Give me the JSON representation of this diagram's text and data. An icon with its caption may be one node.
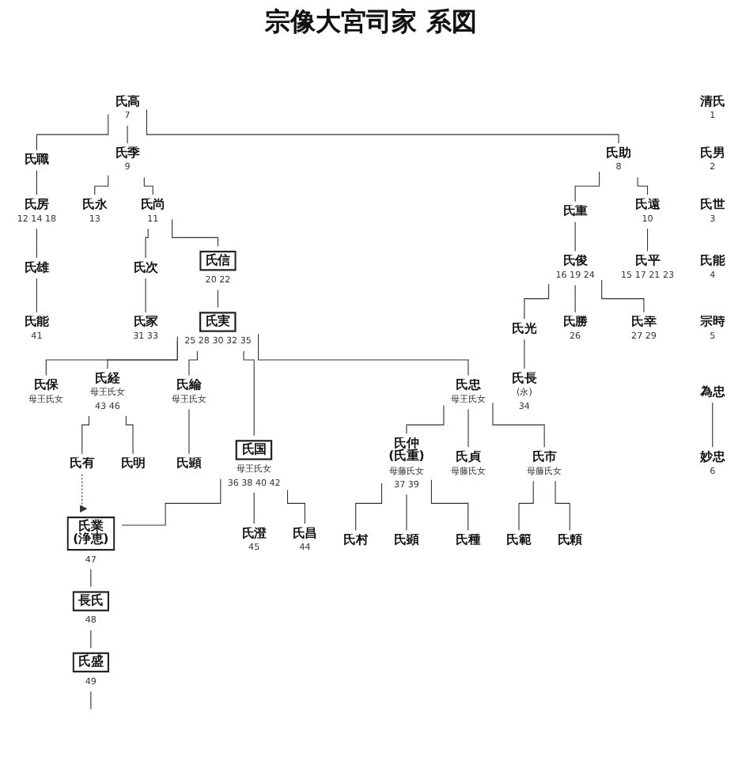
{
  "diagram": {
    "title": "宗像大宮司家 系図",
    "nodes": [
      {
        "text": [
          "氏高"
        ],
        "beside": [
          "7"
        ]
      },
      {
        "text": [
          "氏職"
        ]
      },
      {
        "text": [
          "氏季"
        ],
        "beside": [
          "9"
        ]
      },
      {
        "text": [
          "氏助"
        ],
        "beside": [
          "8"
        ]
      },
      {
        "text": [
          "氏房"
        ],
        "beside": [
          "12 14 18"
        ]
      },
      {
        "text": [
          "氏雄"
        ]
      },
      {
        "text": [
          "氏能"
        ],
        "beside": [
          "41"
        ]
      },
      {
        "text": [
          "氏永"
        ],
        "beside": [
          "13"
        ]
      },
      {
        "text": [
          "氏尚"
        ],
        "beside": [
          "11"
        ]
      },
      {
        "text": [
          "氏重"
        ]
      },
      {
        "text": [
          "氏遠"
        ],
        "beside": [
          "10"
        ]
      },
      {
        "text": [
          "氏俊"
        ],
        "beside": [
          "16 19 24"
        ]
      },
      {
        "text": [
          "氏平"
        ],
        "beside": [
          "15 17 21 23"
        ]
      },
      {
        "text": [
          "氏光"
        ]
      },
      {
        "text": [
          "氏勝"
        ],
        "beside": [
          "26"
        ]
      },
      {
        "text": [
          "氏幸"
        ],
        "beside": [
          "27 29"
        ]
      },
      {
        "text": [
          "氏長"
        ],
        "beside": [
          "(永)",
          "34"
        ]
      },
      {
        "text": [
          "清氏"
        ],
        "beside": [
          "1"
        ]
      },
      {
        "text": [
          "氏男"
        ],
        "beside": [
          "2"
        ]
      },
      {
        "text": [
          "氏世"
        ],
        "beside": [
          "3"
        ]
      },
      {
        "text": [
          "氏能"
        ],
        "beside": [
          "4"
        ]
      },
      {
        "text": [
          "宗時"
        ],
        "beside": [
          "5"
        ]
      },
      {
        "text": [
          "為忠"
        ]
      },
      {
        "text": [
          "妙忠"
        ],
        "beside": [
          "6"
        ]
      },
      {
        "text": [
          "氏次"
        ]
      },
      {
        "text": [
          "氏家"
        ],
        "beside": [
          "31 33"
        ]
      },
      {
        "text": [
          "氏信"
        ],
        "beside": [
          "20 22"
        ]
      },
      {
        "text": [
          "氏実"
        ],
        "beside": [
          "25 28 30 32 35"
        ]
      },
      {
        "text": [
          "氏保"
        ],
        "beside": [
          "母王氏女"
        ]
      },
      {
        "text": [
          "氏経"
        ],
        "beside": [
          "母王氏女",
          "43 46"
        ]
      },
      {
        "text": [
          "氏綸"
        ],
        "beside": [
          "母王氏女"
        ]
      },
      {
        "text": [
          "氏国"
        ],
        "beside": [
          "母王氏女",
          "36 38 40 42"
        ]
      },
      {
        "text": [
          "氏忠"
        ],
        "beside": [
          "母王氏女"
        ]
      },
      {
        "text": [
          "氏有"
        ]
      },
      {
        "text": [
          "氏明"
        ]
      },
      {
        "text": [
          "氏顕"
        ]
      },
      {
        "text": [
          "氏業",
          "(浄恵)"
        ],
        "beside": [
          "47"
        ]
      },
      {
        "text": [
          "氏澄"
        ],
        "beside": [
          "45"
        ]
      },
      {
        "text": [
          "氏昌"
        ],
        "beside": [
          "44"
        ]
      },
      {
        "text": [
          "氏仲",
          "(氏重)"
        ],
        "beside": [
          "母藤氏女",
          "37 39"
        ]
      },
      {
        "text": [
          "氏貞"
        ],
        "beside": [
          "母藤氏女"
        ]
      },
      {
        "text": [
          "氏市"
        ],
        "beside": [
          "母藤氏女"
        ]
      },
      {
        "text": [
          "長氏"
        ],
        "beside": [
          "48"
        ]
      },
      {
        "text": [
          "氏範"
        ]
      },
      {
        "text": [
          "氏頼"
        ]
      },
      {
        "text": [
          "氏村"
        ]
      },
      {
        "text": [
          "氏顕"
        ]
      },
      {
        "text": [
          "氏種"
        ]
      },
      {
        "text": [
          "氏盛"
        ],
        "beside": [
          "49"
        ]
      }
    ],
    "edges": [
      {
        "from": 0,
        "to": 1,
        "arrow": "none"
      },
      {
        "from": 0,
        "to": 2,
        "arrow": "none"
      },
      {
        "from": 0,
        "to": 3,
        "arrow": "none"
      },
      {
        "from": 1,
        "to": 4,
        "arrow": "none"
      },
      {
        "from": 4,
        "to": 5,
        "arrow": "none"
      },
      {
        "from": 5,
        "to": 6,
        "arrow": "none"
      },
      {
        "from": 2,
        "to": 7,
        "arrow": "none"
      },
      {
        "from": 2,
        "to": 8,
        "arrow": "none"
      },
      {
        "from": 3,
        "to": 9,
        "arrow": "none"
      },
      {
        "from": 3,
        "to": 10,
        "arrow": "none"
      },
      {
        "from": 9,
        "to": 11,
        "arrow": "none"
      },
      {
        "from": 10,
        "to": 12,
        "arrow": "none"
      },
      {
        "from": 11,
        "to": 13,
        "arrow": "none"
      },
      {
        "from": 11,
        "to": 14,
        "arrow": "none"
      },
      {
        "from": 11,
        "to": 15,
        "arrow": "none"
      },
      {
        "from": 13,
        "to": 16,
        "arrow": "none"
      },
      {
        "from": 22,
        "to": 23,
        "arrow": "none"
      },
      {
        "from": 8,
        "to": 24,
        "arrow": "none"
      },
      {
        "from": 8,
        "to": 26,
        "arrow": "none"
      },
      {
        "from": 24,
        "to": 25,
        "arrow": "none"
      },
      {
        "from": 26,
        "to": 27,
        "arrow": "none"
      },
      {
        "from": 27,
        "to": 28,
        "arrow": "none"
      },
      {
        "from": 27,
        "to": 29,
        "arrow": "none"
      },
      {
        "from": 27,
        "to": 30,
        "arrow": "none"
      },
      {
        "from": 27,
        "to": 31,
        "arrow": "none"
      },
      {
        "from": 27,
        "to": 32,
        "arrow": "none"
      },
      {
        "from": 29,
        "to": 33,
        "arrow": "none"
      },
      {
        "from": 29,
        "to": 34,
        "arrow": "none"
      },
      {
        "from": 30,
        "to": 35,
        "arrow": "none"
      },
      {
        "from": 33,
        "to": 36,
        "arrow": "to",
        "style": "dashed"
      },
      {
        "from": 31,
        "to": 36,
        "arrow": "none"
      },
      {
        "from": 31,
        "to": 37,
        "arrow": "none"
      },
      {
        "from": 31,
        "to": 38,
        "arrow": "none"
      },
      {
        "from": 32,
        "to": 39,
        "arrow": "none"
      },
      {
        "from": 32,
        "to": 40,
        "arrow": "none"
      },
      {
        "from": 32,
        "to": 41,
        "arrow": "none"
      },
      {
        "from": 36,
        "to": 42,
        "arrow": "none"
      },
      {
        "from": 41,
        "to": 43,
        "arrow": "none"
      },
      {
        "from": 41,
        "to": 44,
        "arrow": "none"
      },
      {
        "from": 39,
        "to": 45,
        "arrow": "none"
      },
      {
        "from": 39,
        "to": 46,
        "arrow": "none"
      },
      {
        "from": 39,
        "to": 47,
        "arrow": "none"
      },
      {
        "from": 42,
        "to": 48,
        "arrow": "none"
      },
      {
        "from": 48,
        "to": null,
        "arrow": "none"
      }
    ]
  }
}
